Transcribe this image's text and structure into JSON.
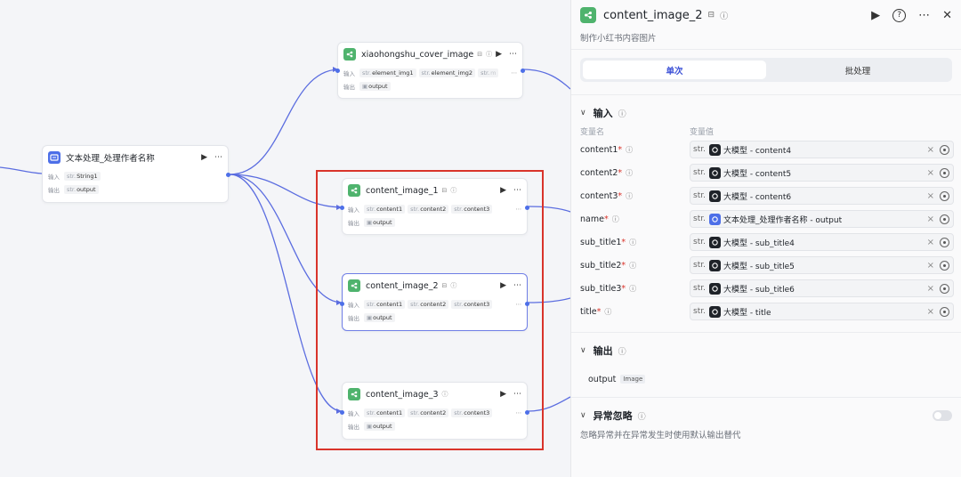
{
  "canvas": {
    "nodes": {
      "text_proc": {
        "title": "文本处理_处理作者名称",
        "input_label": "输入",
        "input_type": "str.",
        "input_value": "String1",
        "output_label": "输出",
        "output_type": "str.",
        "output_value": "output"
      },
      "cover": {
        "title": "xiaohongshu_cover_image",
        "input_label": "输入",
        "inputs": [
          {
            "type": "str.",
            "name": "element_img1"
          },
          {
            "type": "str.",
            "name": "element_img2"
          },
          {
            "type": "str.",
            "name": "m"
          }
        ],
        "output_label": "输出",
        "output_value": "output"
      },
      "ci1": {
        "title": "content_image_1",
        "input_label": "输入",
        "inputs": [
          {
            "type": "str.",
            "name": "content1"
          },
          {
            "type": "str.",
            "name": "content2"
          },
          {
            "type": "str.",
            "name": "content3"
          }
        ],
        "output_label": "输出",
        "output_value": "output"
      },
      "ci2": {
        "title": "content_image_2",
        "input_label": "输入",
        "inputs": [
          {
            "type": "str.",
            "name": "content1"
          },
          {
            "type": "str.",
            "name": "content2"
          },
          {
            "type": "str.",
            "name": "content3"
          }
        ],
        "output_label": "输出",
        "output_value": "output"
      },
      "ci3": {
        "title": "content_image_3",
        "input_label": "输入",
        "inputs": [
          {
            "type": "str.",
            "name": "content1"
          },
          {
            "type": "str.",
            "name": "content2"
          },
          {
            "type": "str.",
            "name": "content3"
          }
        ],
        "output_label": "输出",
        "output_value": "output"
      }
    }
  },
  "panel": {
    "title": "content_image_2",
    "description": "制作小红书内容图片",
    "tabs": [
      "单次",
      "批处理"
    ],
    "input_section": {
      "title": "输入",
      "col_name": "变量名",
      "col_value": "变量值",
      "rows": [
        {
          "name": "content1",
          "required": "*",
          "type": "str.",
          "value": "大模型 - content4"
        },
        {
          "name": "content2",
          "required": "*",
          "type": "str.",
          "value": "大模型 - content5"
        },
        {
          "name": "content3",
          "required": "*",
          "type": "str.",
          "value": "大模型 - content6"
        },
        {
          "name": "name",
          "required": "*",
          "type": "str.",
          "value": "文本处理_处理作者名称 - output"
        },
        {
          "name": "sub_title1",
          "required": "*",
          "type": "str.",
          "value": "大模型 - sub_title4"
        },
        {
          "name": "sub_title2",
          "required": "*",
          "type": "str.",
          "value": "大模型 - sub_title5"
        },
        {
          "name": "sub_title3",
          "required": "*",
          "type": "str.",
          "value": "大模型 - sub_title6"
        },
        {
          "name": "title",
          "required": "*",
          "type": "str.",
          "value": "大模型 - title"
        }
      ]
    },
    "output_section": {
      "title": "输出",
      "name": "output",
      "type": "Image"
    },
    "ignore_section": {
      "title": "异常忽略",
      "description": "忽略异常并在异常发生时使用默认输出替代"
    }
  }
}
